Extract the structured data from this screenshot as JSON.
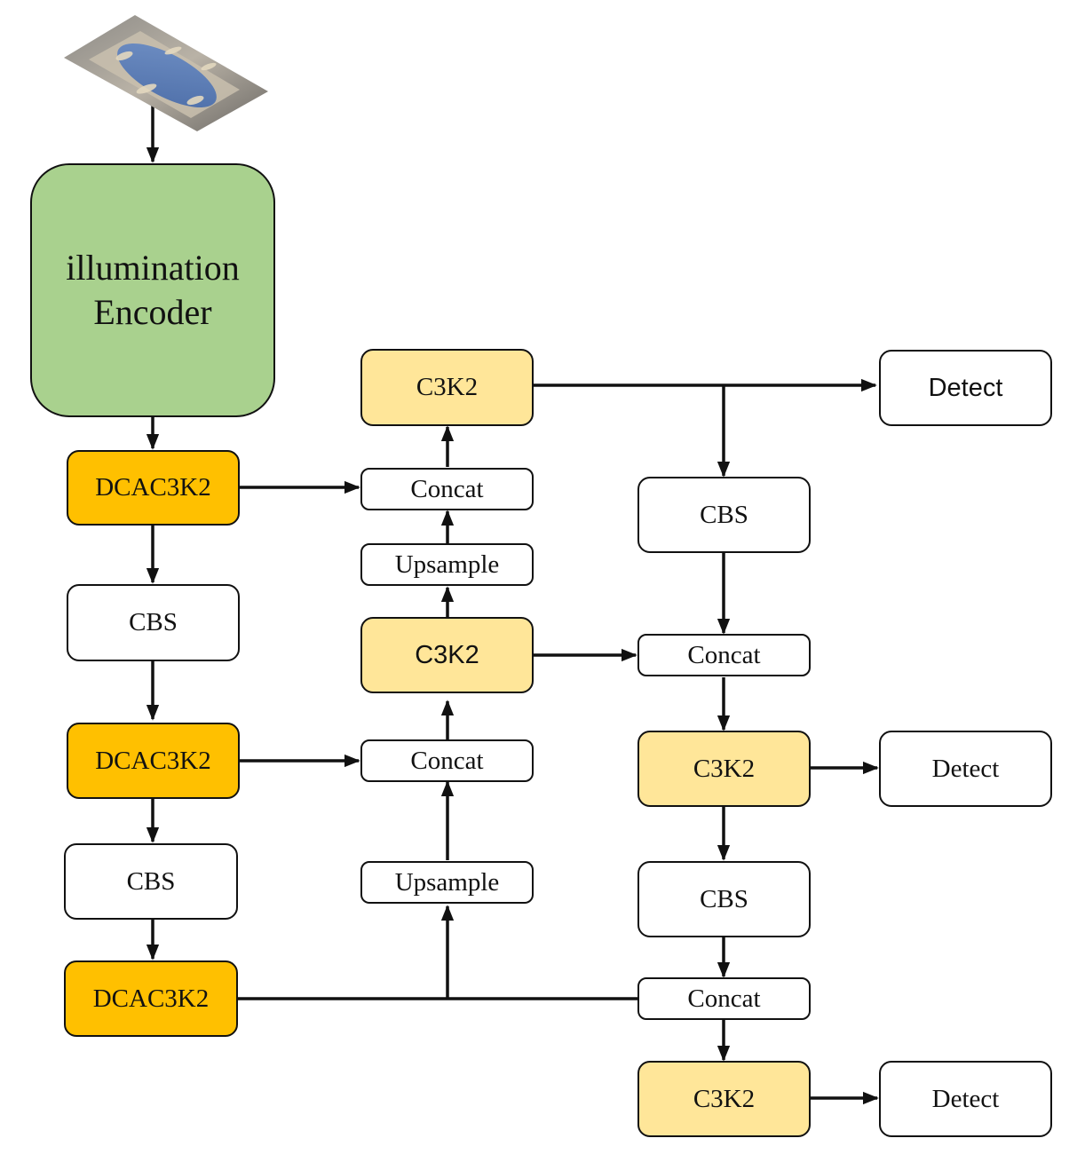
{
  "colors": {
    "encoder": "#a9d18e",
    "dcac": "#ffc000",
    "c3k2": "#ffe699",
    "plain": "#ffffff",
    "line": "#111111"
  },
  "input_image": {
    "icon": "input-image-thumbnail",
    "description": "low-light aerial image thumbnail (tilted)"
  },
  "nodes": {
    "encoder": {
      "line1": "illumination",
      "line2": "Encoder"
    },
    "dcac1": {
      "label": "DCAC3K2"
    },
    "cbs1": {
      "label": "CBS"
    },
    "dcac2": {
      "label": "DCAC3K2"
    },
    "cbs2": {
      "label": "CBS"
    },
    "dcac3": {
      "label": "DCAC3K2"
    },
    "c3k2_top": {
      "label": "C3K2"
    },
    "concat_a": {
      "label": "Concat"
    },
    "upsample_a": {
      "label": "Upsample"
    },
    "c3k2_mid": {
      "label": "C3K2"
    },
    "concat_b": {
      "label": "Concat"
    },
    "upsample_b": {
      "label": "Upsample"
    },
    "cbs_r1": {
      "label": "CBS"
    },
    "concat_r1": {
      "label": "Concat"
    },
    "c3k2_r1": {
      "label": "C3K2"
    },
    "cbs_r2": {
      "label": "CBS"
    },
    "concat_r2": {
      "label": "Concat"
    },
    "c3k2_r2": {
      "label": "C3K2"
    },
    "detect1": {
      "label": "Detect"
    },
    "detect2": {
      "label": "Detect"
    },
    "detect3": {
      "label": "Detect"
    }
  },
  "edges": [
    [
      "input_image",
      "encoder"
    ],
    [
      "encoder",
      "dcac1"
    ],
    [
      "dcac1",
      "cbs1"
    ],
    [
      "cbs1",
      "dcac2"
    ],
    [
      "dcac2",
      "cbs2"
    ],
    [
      "cbs2",
      "dcac3"
    ],
    [
      "dcac1",
      "concat_a"
    ],
    [
      "dcac2",
      "concat_b"
    ],
    [
      "dcac3",
      "upsample_b"
    ],
    [
      "dcac3",
      "concat_r2"
    ],
    [
      "upsample_b",
      "concat_b"
    ],
    [
      "concat_b",
      "c3k2_mid"
    ],
    [
      "c3k2_mid",
      "upsample_a"
    ],
    [
      "upsample_a",
      "concat_a"
    ],
    [
      "concat_a",
      "c3k2_top"
    ],
    [
      "c3k2_top",
      "detect1"
    ],
    [
      "c3k2_top",
      "cbs_r1"
    ],
    [
      "cbs_r1",
      "concat_r1"
    ],
    [
      "c3k2_mid",
      "concat_r1"
    ],
    [
      "concat_r1",
      "c3k2_r1"
    ],
    [
      "c3k2_r1",
      "detect2"
    ],
    [
      "c3k2_r1",
      "cbs_r2"
    ],
    [
      "cbs_r2",
      "concat_r2"
    ],
    [
      "concat_r2",
      "c3k2_r2"
    ],
    [
      "c3k2_r2",
      "detect3"
    ]
  ]
}
